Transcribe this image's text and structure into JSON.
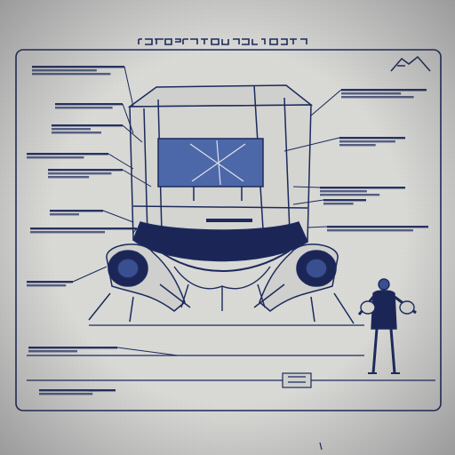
{
  "title": "",
  "colors": {
    "paper": "#d9d9d6",
    "ink": "#1c2a5c",
    "ink_light": "#3b4d8a",
    "fill_dark": "#1b2556",
    "fill_mid": "#3a4f8f",
    "screen": "#4d68a8"
  },
  "icons": [
    "mountain-icon",
    "robot-figure-icon"
  ],
  "callouts_left": [
    {
      "lines": 3
    },
    {
      "lines": 2
    },
    {
      "lines": 3
    },
    {
      "lines": 2
    },
    {
      "lines": 3
    },
    {
      "lines": 2
    },
    {
      "lines": 2
    },
    {
      "lines": 2
    },
    {
      "lines": 2
    },
    {
      "lines": 2
    }
  ],
  "callouts_right": [
    {
      "lines": 3
    },
    {
      "lines": 3
    },
    {
      "lines": 3
    },
    {
      "lines": 2
    },
    {
      "lines": 2
    }
  ]
}
